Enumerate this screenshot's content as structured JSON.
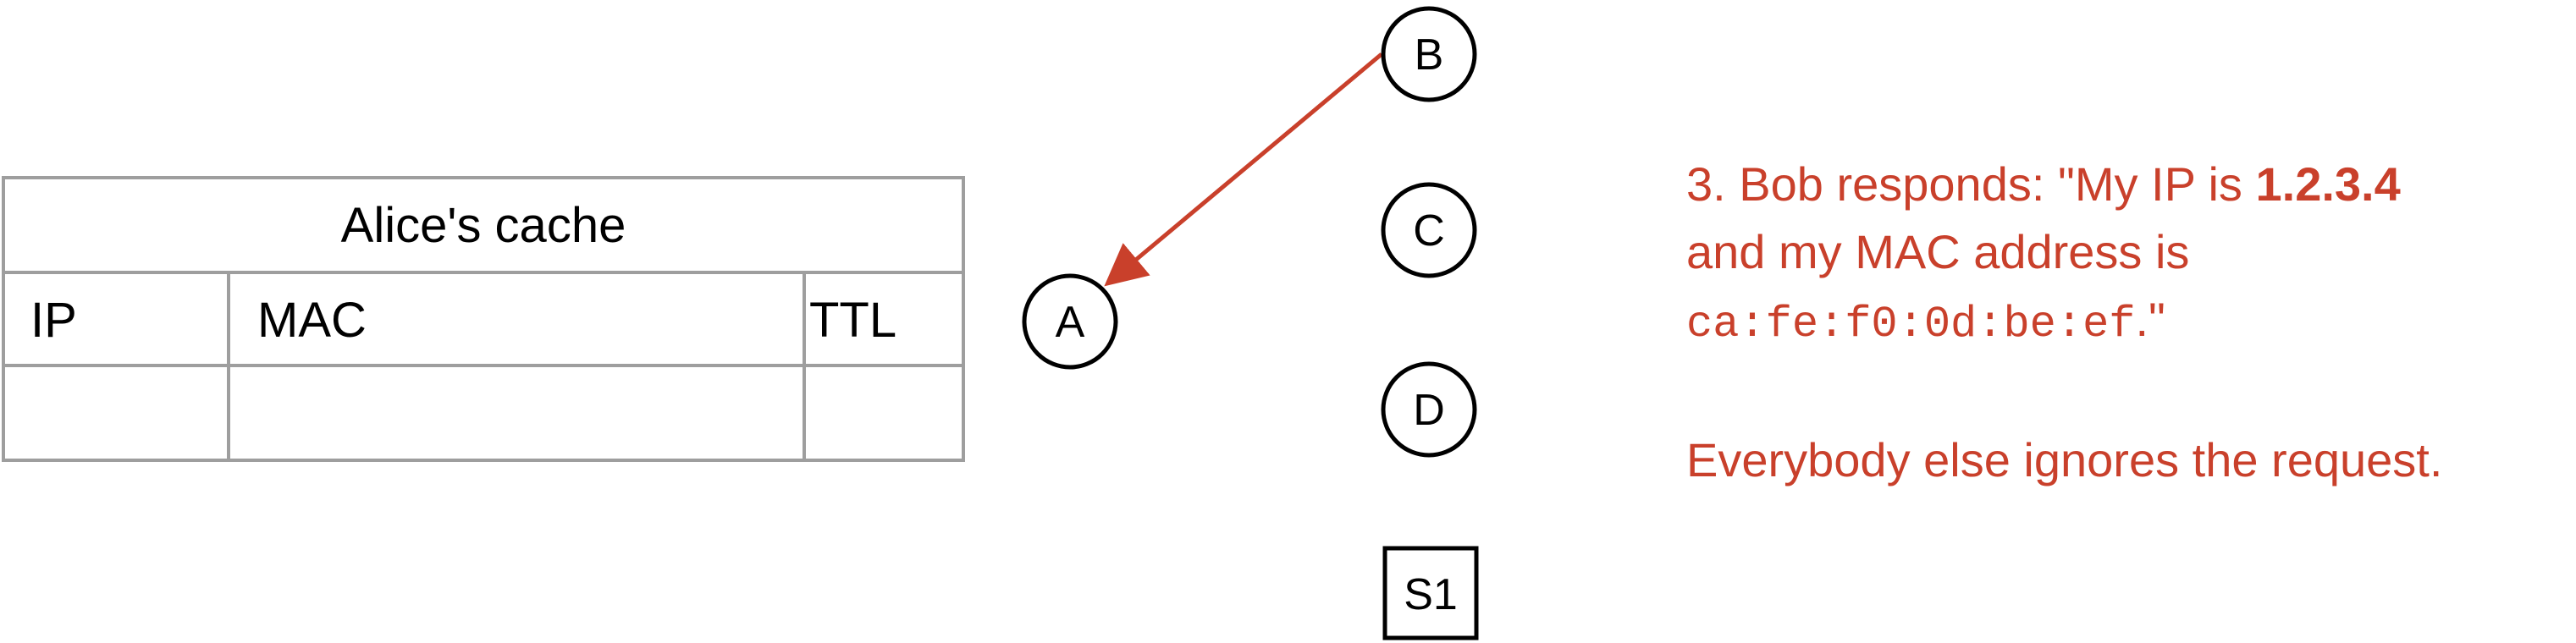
{
  "cache_table": {
    "title": "Alice's cache",
    "columns": [
      "IP",
      "MAC",
      "TTL"
    ],
    "rows": [
      [
        "",
        "",
        ""
      ]
    ]
  },
  "nodes": {
    "a": "A",
    "b": "B",
    "c": "C",
    "d": "D",
    "s1": "S1"
  },
  "caption": {
    "line1_prefix": "3. Bob responds: \"My IP is ",
    "ip": "1.2.3.4",
    "line2": "and my MAC address is",
    "mac": "ca:fe:f0:0d:be:ef",
    "mac_suffix": ".\"",
    "line4": "Everybody else ignores the request."
  },
  "colors": {
    "accent": "#c9402b",
    "table_border": "#9e9e9e",
    "node_stroke": "#000000"
  }
}
